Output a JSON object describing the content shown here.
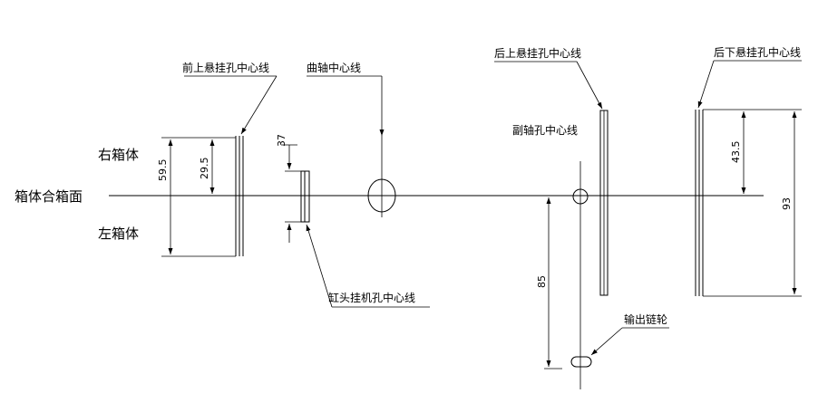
{
  "labels": {
    "front_upper_hang": "前上悬挂孔中心线",
    "crankshaft": "曲轴中心线",
    "rear_upper_hang": "后上悬挂孔中心线",
    "rear_lower_hang": "后下悬挂孔中心线",
    "aux_shaft": "副轴孔中心线",
    "cylinder_head_hang": "缸头挂机孔中心线",
    "output_sprocket": "输出链轮",
    "right_case": "右箱体",
    "left_case": "左箱体",
    "case_parting_plane": "箱体合箱面"
  },
  "dimensions": {
    "d_59_5": "59.5",
    "d_29_5": "29.5",
    "d_37": "37",
    "d_43_5": "43.5",
    "d_93": "93",
    "d_85": "85"
  }
}
